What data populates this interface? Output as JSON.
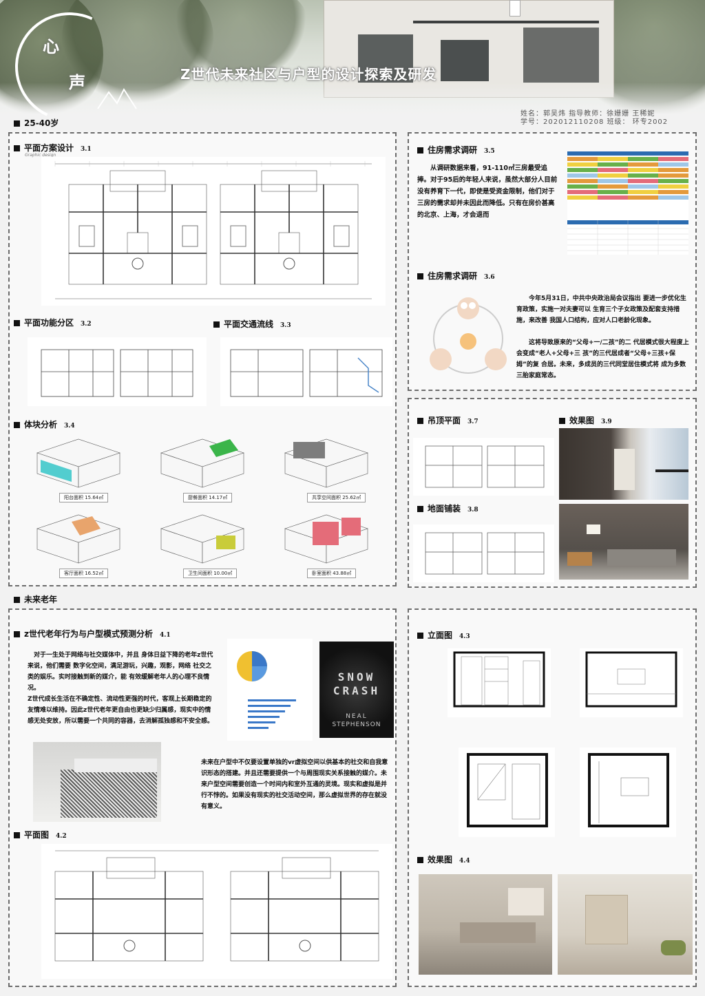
{
  "header": {
    "logo_char_1": "心",
    "logo_char_2": "声",
    "title": "Z世代未来社区与户型的设计探索及研发",
    "name_line": "姓名：郭吴炜        指导教师：徐姗姗  王稀妮",
    "id_line": "学号：202012110208  班级：     环专2002"
  },
  "part1": {
    "label": "25-40岁",
    "plan": {
      "title": "平面方案设计",
      "num": "3.1",
      "sub": "Graphic design"
    },
    "func": {
      "title": "平面功能分区",
      "num": "3.2"
    },
    "traffic": {
      "title": "平面交通流线",
      "num": "3.3"
    },
    "block": {
      "title": "体块分析",
      "num": "3.4",
      "tags": [
        "阳台面积 15.64㎡",
        "厨餐面积 14.17㎡",
        "共享空间面积 25.62㎡",
        "客厅面积 16.52㎡",
        "卫生间面积 10.00㎡",
        "卧室面积 43.88㎡"
      ]
    },
    "survey1": {
      "title": "住房需求调研",
      "num": "3.5",
      "text": "从调研数据来看，91-110㎡三房最受追捧。对于95后的年轻人来说，虽然大部分人目前没有养育下一代，即使是受资金限制，他们对于三房的需求却并未因此而降低。只有在房价甚高的北京、上海，才会退而"
    },
    "survey2": {
      "title": "住房需求调研",
      "num": "3.6",
      "text1": "今年5月31日，中共中央政治局会议指出 要进一步优化生育政策，实施一对夫妻可以 生育三个子女政策及配套支持措施，来改善 我国人口结构，应对人口老龄化现象。",
      "text2": "这将导致原来的“父母+一/二孩”的二 代居模式很大程度上会变成“老人+父母+三 孩”的三代居成者“父母+三孩+保姆”的复 合居。未来，多成员的三代同堂居住模式将 成为多数三胎家庭常态。"
    },
    "ceiling": {
      "title": "吊顶平面",
      "num": "3.7"
    },
    "floor": {
      "title": "地面铺装",
      "num": "3.8"
    },
    "render": {
      "title": "效果图",
      "num": "3.9"
    }
  },
  "part2": {
    "label": "未来老年",
    "predict": {
      "title": "z世代老年行为与户型模式预测分析",
      "num": "4.1",
      "text1": "对于一生处于网络与社交媒体中，并且 身体日益下降的老年z世代来说，他们需要 数字化空间，满足游玩，兴趣，观影，网络 社交之类的娱乐。实时接触到新的媒介，能 有效缓解老年人的心理不良情况。",
      "text2": "Z世代成长生活在不确定性、流动性更强的时代，客观上长期稳定的友情难以维持。因此z世代老年更自由也更缺少归属感，现实中的情感无处安放，所以需要一个共同的容器，去消解孤独感和不安全感。",
      "text3": "未来在户型中不仅要设置单独的vr虚拟空间以供基本的社交和自我意识形态的搭建。并且还需要提供一个与周围现实关系接触的媒介。未来户型空间需要创造一个时间内和室外互通的灵境。现实和虚拟是并行不悖的。如果没有现实的社交活动空间，那么虚拟世界的存在就没有意义。",
      "book_title_1": "SNOW",
      "book_title_2": "CRASH",
      "book_author_1": "NEAL",
      "book_author_2": "STEPHENSON"
    },
    "plan": {
      "title": "平面图",
      "num": "4.2"
    },
    "elev": {
      "title": "立面图",
      "num": "4.3"
    },
    "render": {
      "title": "效果图",
      "num": "4.4"
    }
  },
  "colors": {
    "teal": "#35c6c8",
    "green": "#3bb54a",
    "gray": "#7d7d7d",
    "orange": "#e8a46c",
    "olive": "#c9cc3a",
    "pink": "#e46c79"
  }
}
